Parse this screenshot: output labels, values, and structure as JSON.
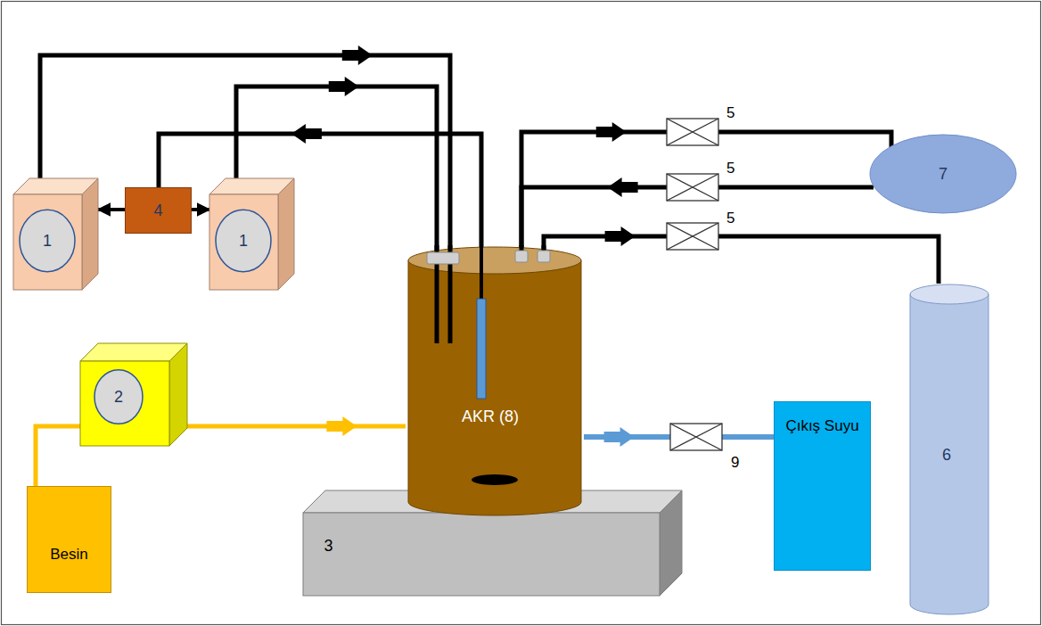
{
  "diagram": {
    "nodes": [
      {
        "text": [
          "1"
        ]
      },
      {
        "text": [
          "4"
        ]
      },
      {
        "text": [
          "1"
        ]
      },
      {
        "text": [
          "7"
        ]
      },
      {
        "text": [
          "2"
        ]
      },
      {
        "text": [
          "AKR (8)"
        ]
      },
      {
        "text": [
          "3"
        ]
      },
      {
        "text": [
          "Çıkış Suyu"
        ]
      },
      {
        "text": [
          "6"
        ]
      },
      {
        "text": [
          "Besin"
        ]
      }
    ],
    "edges": [
      {
        "from": 0,
        "to": 5,
        "arrow": "to"
      },
      {
        "from": 2,
        "to": 5,
        "arrow": "to"
      },
      {
        "from": 5,
        "to": 1,
        "arrow": "to"
      },
      {
        "from": 1,
        "to": 0,
        "arrow": "to"
      },
      {
        "from": 1,
        "to": 2,
        "arrow": "to"
      },
      {
        "from": 5,
        "to": 3,
        "arrow": "to"
      },
      {
        "from": 3,
        "to": 5,
        "arrow": "to"
      },
      {
        "from": 5,
        "to": 8,
        "arrow": "to"
      },
      {
        "from": 9,
        "to": 4,
        "arrow": "none"
      },
      {
        "from": 4,
        "to": 5,
        "arrow": "to"
      },
      {
        "from": 5,
        "to": 7,
        "arrow": "to"
      }
    ],
    "labels": [
      "5",
      "5",
      "5",
      "9"
    ]
  }
}
